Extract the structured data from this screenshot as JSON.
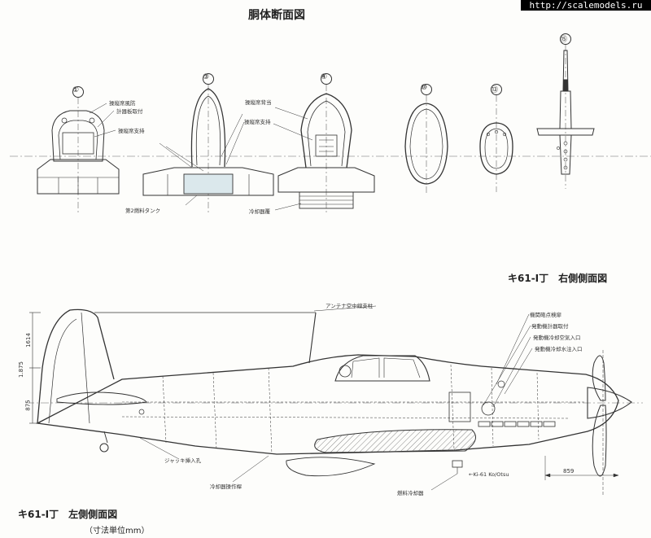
{
  "watermark": "http://scalemodels.ru",
  "section_title": "胴体断面図",
  "right_view_title": "キ61-Ⅰ丁　右側側面図",
  "left_view_title": "キ61-Ⅰ丁　左側側面図",
  "unit_note": "（寸法単位mm）",
  "sections": [
    "①",
    "③",
    "④",
    "⑩",
    "⑬",
    "⑮"
  ],
  "section_notes": {
    "s1_a": "操縦席風防",
    "s1_b": "計器板取付",
    "s1_c": "操縦席支持",
    "s3_tank": "第2燃料タンク",
    "s4_a": "操縦席背当",
    "s4_b": "操縦席支持",
    "s4_cooler": "冷却器覆"
  },
  "side_notes": {
    "antenna": "アンテナ空中線支柱",
    "n1": "機関砲点検扉",
    "n2": "発動機計器取付",
    "n3": "発動機冷却空気入口",
    "n4": "発動機冷却水注入口",
    "jack": "ジャッキ挿入孔",
    "coolant_lever": "冷却器操作桿",
    "radiator": "燃料冷却器",
    "otsu": "←Ki-61 Ko/Otsu"
  },
  "dimensions": {
    "d_tail_upper": "1614",
    "d_tail_total": "1.875",
    "d_tail_lower": "875",
    "d_spinner": "859"
  }
}
